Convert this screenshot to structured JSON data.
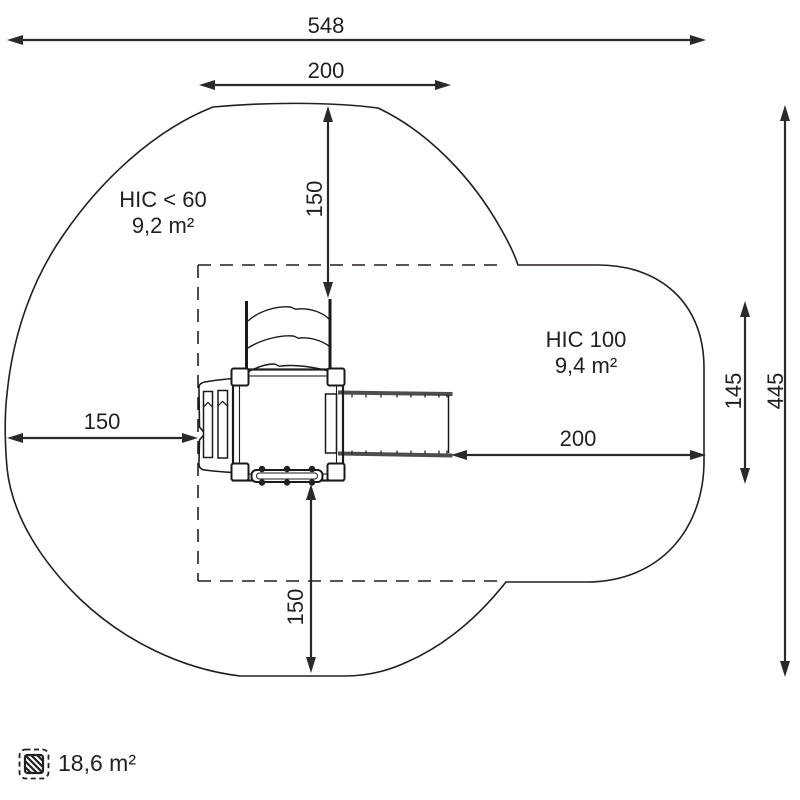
{
  "diagram": {
    "dimensions": {
      "overall_width": "548",
      "upper_width": "200",
      "upper_clearance": "150",
      "left_clearance": "150",
      "right_clearance": "200",
      "unit_depth": "145",
      "overall_depth": "445",
      "lower_clearance": "150"
    },
    "zones": {
      "hic_60": {
        "name": "HIC < 60",
        "area": "9,2 m²"
      },
      "hic_100": {
        "name": "HIC 100",
        "area": "9,4 m²"
      }
    },
    "legend": {
      "total_area": "18,6 m²"
    },
    "colors": {
      "line": "#231f20",
      "rail": "#4d4d4d",
      "background": "#ffffff"
    }
  }
}
